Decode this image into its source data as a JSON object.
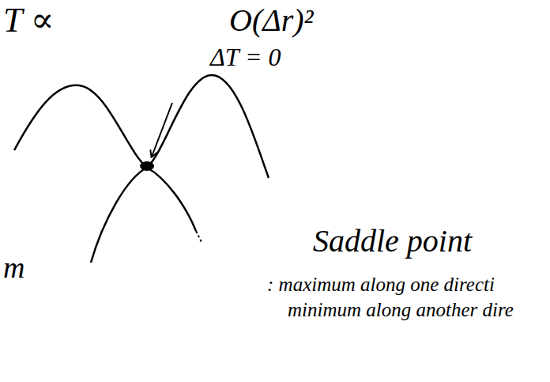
{
  "diagram": {
    "labels": [
      "T ∝",
      "O(Δr)²",
      "ΔT = 0",
      "m",
      "Saddle point",
      ": maximum along one directi",
      "minimum along another dire"
    ]
  }
}
